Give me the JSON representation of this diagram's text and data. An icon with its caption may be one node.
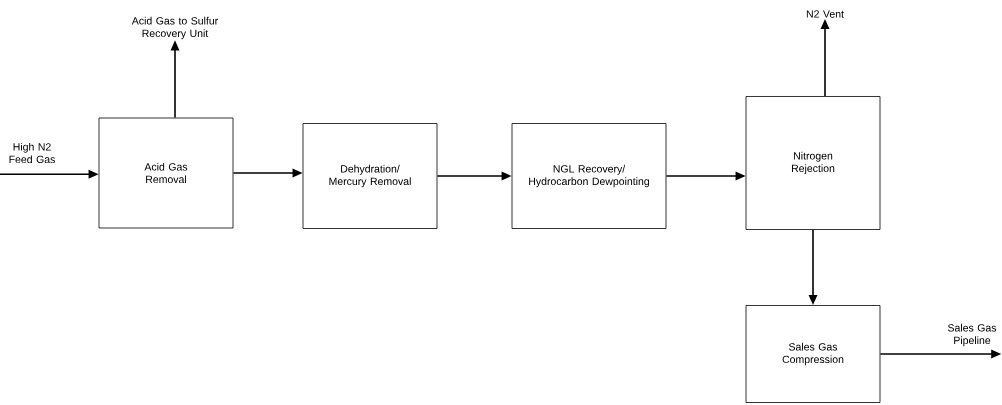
{
  "diagram": {
    "nodes": [
      {
        "text": [
          "High N2 Feed Gas"
        ]
      },
      {
        "text": [
          "Acid Gas Removal"
        ]
      },
      {
        "text": [
          "Acid Gas to Sulfur Recovery Unit"
        ]
      },
      {
        "text": [
          "Dehydration/ Mercury Removal"
        ]
      },
      {
        "text": [
          "NGL Recovery/ Hydrocarbon Dewpointing"
        ]
      },
      {
        "text": [
          "Nitrogen Rejection"
        ]
      },
      {
        "text": [
          "N2 Vent"
        ]
      },
      {
        "text": [
          "Sales Gas Compression"
        ]
      },
      {
        "text": [
          "Sales Gas Pipeline"
        ]
      }
    ],
    "edges": [
      {
        "from": 0,
        "to": 1,
        "arrow": "to"
      },
      {
        "from": 1,
        "to": 2,
        "arrow": "to"
      },
      {
        "from": 1,
        "to": 3,
        "arrow": "to"
      },
      {
        "from": 3,
        "to": 4,
        "arrow": "to"
      },
      {
        "from": 4,
        "to": 5,
        "arrow": "to"
      },
      {
        "from": 5,
        "to": 6,
        "arrow": "to"
      },
      {
        "from": 5,
        "to": 7,
        "arrow": "to"
      },
      {
        "from": 7,
        "to": 8,
        "arrow": "to"
      }
    ]
  }
}
